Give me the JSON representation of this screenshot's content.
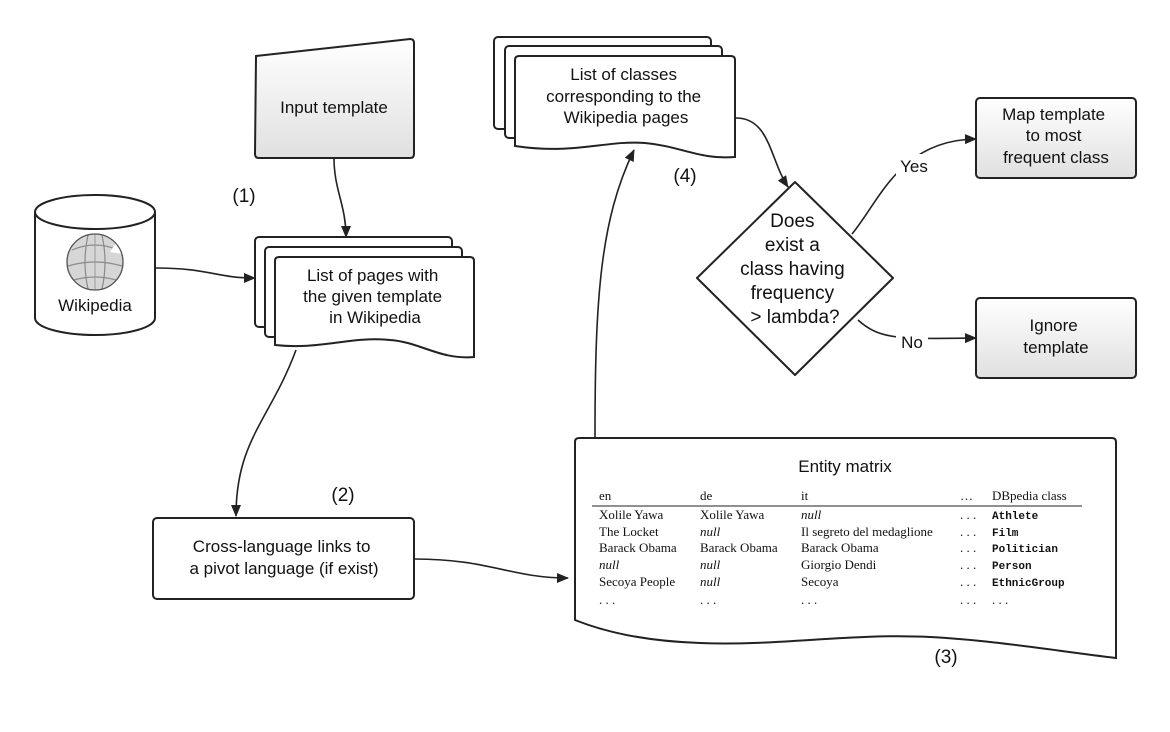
{
  "nodes": {
    "input_template": "Input template",
    "wikipedia": "Wikipedia",
    "pages_list": [
      "List of pages with",
      "the given template",
      "in Wikipedia"
    ],
    "cross_language": [
      "Cross-language links to",
      "a pivot language (if exist)"
    ],
    "classes_list": [
      "List of classes",
      "corresponding to the",
      "Wikipedia pages"
    ],
    "decision": [
      "Does",
      "exist a",
      "class having",
      "frequency",
      "> lambda?"
    ],
    "map_template": [
      "Map template",
      "to most",
      "frequent class"
    ],
    "ignore_template": [
      "Ignore",
      "template"
    ]
  },
  "edge_labels": {
    "yes": "Yes",
    "no": "No"
  },
  "steps": {
    "s1": "(1)",
    "s2": "(2)",
    "s3": "(3)",
    "s4": "(4)"
  },
  "entity_matrix": {
    "title": "Entity matrix",
    "headers": [
      "en",
      "de",
      "it",
      "...",
      "DBpedia class"
    ],
    "rows": [
      [
        "Xolile Yawa",
        "Xolile Yawa",
        "null",
        "...",
        "Athlete"
      ],
      [
        "The Locket",
        "null",
        "Il segreto del medaglione",
        "...",
        "Film"
      ],
      [
        "Barack Obama",
        "Barack Obama",
        "Barack Obama",
        "...",
        "Politician"
      ],
      [
        "null",
        "null",
        "Giorgio Dendi",
        "...",
        "Person"
      ],
      [
        "Secoya People",
        "null",
        "Secoya",
        "...",
        "EthnicGroup"
      ],
      [
        "...",
        "...",
        "...",
        "...",
        "..."
      ]
    ]
  },
  "colors": {
    "stroke": "#222222",
    "box_fill_top": "#ffffff",
    "box_fill_bottom": "#e2e2e2"
  }
}
